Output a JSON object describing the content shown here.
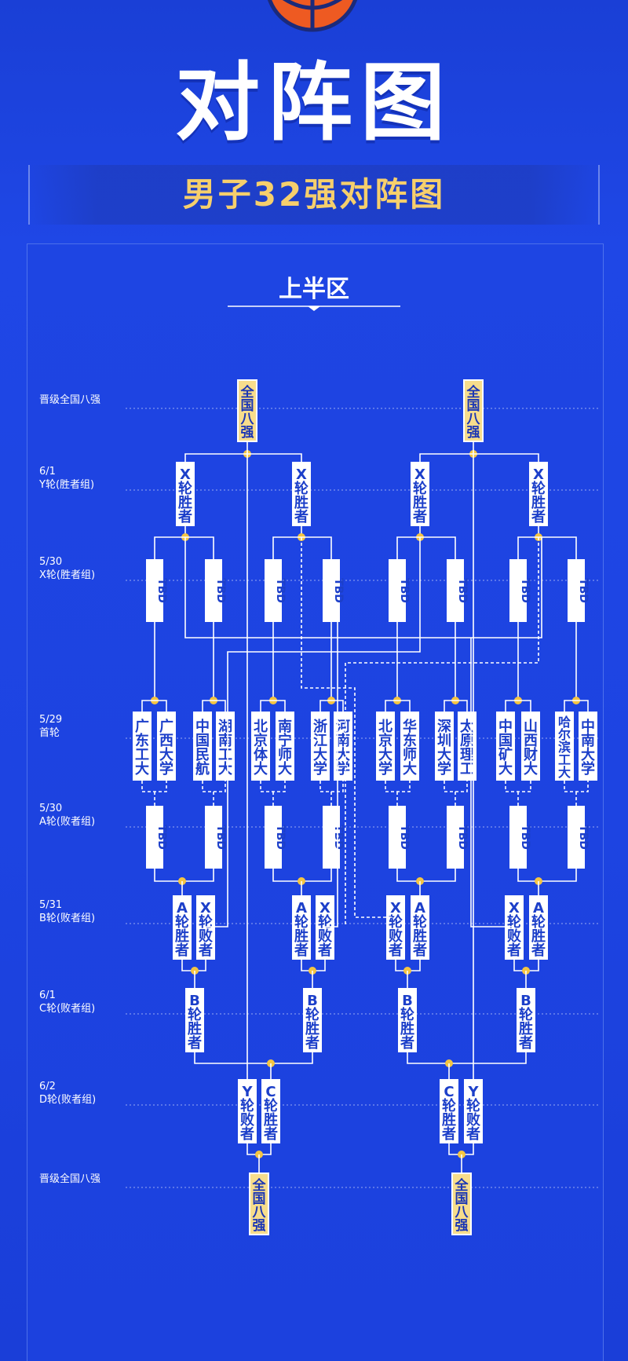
{
  "hero": {
    "title": "对阵图",
    "subtitle": "男子32强对阵图",
    "ball_icon": "basketball-icon",
    "colors": {
      "background": "#1f47e6",
      "gold": "#f6cf6c",
      "accent": "#f5c542"
    }
  },
  "section": {
    "title": "上半区"
  },
  "rounds": [
    {
      "id": "final8-top",
      "date": "",
      "name": "晋级全国八强"
    },
    {
      "id": "y",
      "date": "6/1",
      "name": "Y轮(胜者组)"
    },
    {
      "id": "x",
      "date": "5/30",
      "name": "X轮(胜者组)"
    },
    {
      "id": "first",
      "date": "5/29",
      "name": "首轮"
    },
    {
      "id": "a",
      "date": "5/30",
      "name": "A轮(败者组)"
    },
    {
      "id": "b",
      "date": "5/31",
      "name": "B轮(败者组)"
    },
    {
      "id": "c",
      "date": "6/1",
      "name": "C轮(败者组)"
    },
    {
      "id": "d",
      "date": "6/2",
      "name": "D轮(败者组)"
    },
    {
      "id": "final8-bottom",
      "date": "",
      "name": "晋级全国八强"
    }
  ],
  "final_label": "全国八强",
  "x_winner": "X轮胜者",
  "tbd": "TBD",
  "a_winner": "A轮胜者",
  "x_loser": "X轮败者",
  "b_winner": "B轮胜者",
  "c_winner": "C轮胜者",
  "y_loser": "Y轮败者",
  "teams": [
    "广东工大",
    "广西大学",
    "中国民航",
    "湖南工大",
    "北京体大",
    "南宁师大",
    "浙江大学",
    "河南大学",
    "北京大学",
    "华东师大",
    "深圳大学",
    "太原理工",
    "中国矿大",
    "山西财大",
    "哈尔滨工大",
    "中南大学"
  ]
}
